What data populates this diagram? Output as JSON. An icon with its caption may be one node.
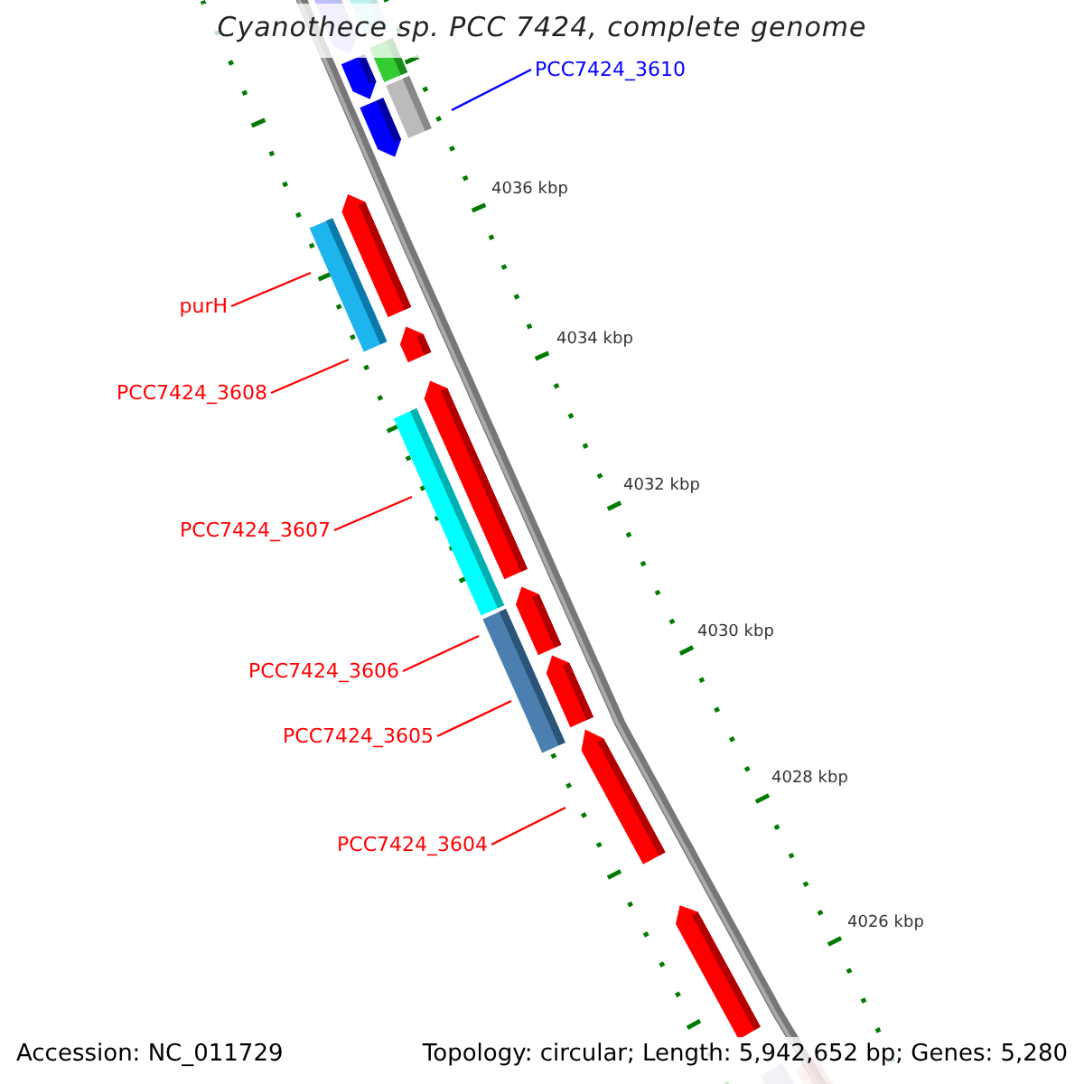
{
  "diagram": {
    "title": "Cyanothece sp. PCC 7424, complete genome",
    "nodes": [
      {
        "text": [
          "PCC7424_3610"
        ]
      },
      {
        "text": [
          "purH"
        ]
      },
      {
        "text": [
          "PCC7424_3608"
        ]
      },
      {
        "text": [
          "PCC7424_3607"
        ]
      },
      {
        "text": [
          "PCC7424_3606"
        ]
      },
      {
        "text": [
          "PCC7424_3605"
        ]
      },
      {
        "text": [
          "PCC7424_3604"
        ]
      }
    ],
    "edges": [
      {
        "from": 0,
        "to": null,
        "arrow": "none",
        "color": "#0000ff"
      },
      {
        "from": 1,
        "to": null,
        "arrow": "none"
      },
      {
        "from": 2,
        "to": null,
        "arrow": "none"
      },
      {
        "from": 3,
        "to": null,
        "arrow": "none"
      },
      {
        "from": 4,
        "to": null,
        "arrow": "none"
      },
      {
        "from": 5,
        "to": null,
        "arrow": "none"
      },
      {
        "from": 6,
        "to": null,
        "arrow": "none"
      }
    ],
    "labels": [
      "4036 kbp",
      "4034 kbp",
      "4032 kbp",
      "4030 kbp",
      "4028 kbp",
      "4026 kbp",
      "Accession: NC_011729",
      "Topology: circular; Length: 5,942,652 bp; Genes: 5,280"
    ]
  }
}
